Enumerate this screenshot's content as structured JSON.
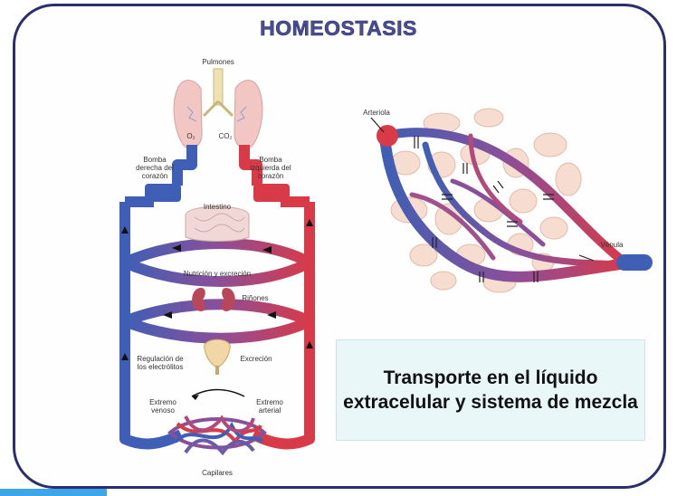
{
  "title": "HOMEOSTASIS",
  "left_diagram": {
    "labels": {
      "pulmones": "Pulmones",
      "o2": "O₂",
      "co2": "CO₂",
      "bomba_derecha": "Bomba derecha del corazón",
      "bomba_izquierda": "Bomba izquierda del corazón",
      "intestino": "Intestino",
      "nutricion": "Nutrición y excreción",
      "rinones": "Riñones",
      "regulacion": "Regulación de los electrólitos",
      "excrecion": "Excreción",
      "extremo_venoso": "Extremo venoso",
      "extremo_arterial": "Extremo arterial",
      "capilares": "Capilares"
    }
  },
  "right_diagram": {
    "labels": {
      "arteriola": "Arteriola",
      "venula": "Vénula"
    }
  },
  "caption": "Transporte en el líquido extracelular y sistema de mezcla",
  "colors": {
    "frame": "#2a2d6e",
    "title": "#4a4f93",
    "artery": "#d83a48",
    "vein": "#3e5fb5",
    "caption_bg": "#e9f7f8",
    "accent_bar": "#3ea6e8"
  }
}
